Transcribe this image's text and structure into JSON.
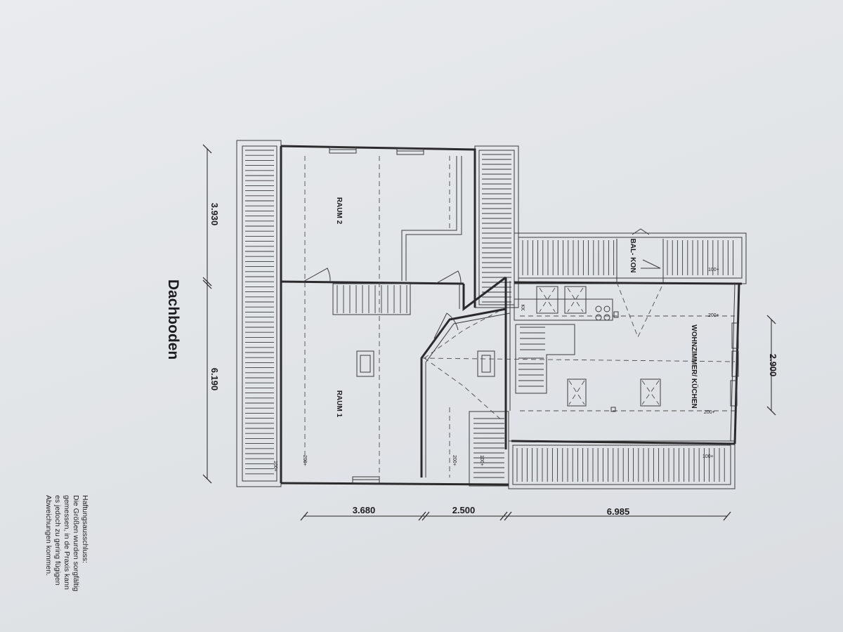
{
  "plan": {
    "title": "Dachboden",
    "rooms": {
      "room2": "RAUM 2",
      "room1": "RAUM 1",
      "living": "WOHNZIMMER/ KÜCHEN",
      "balcony": "BAL- KON"
    },
    "heights": {
      "h100": "100+",
      "h200": "200+"
    },
    "kitchen_mark": "KK",
    "dimensions": {
      "left_top": "3.930",
      "left_bottom": "6.190",
      "right": "2.900",
      "bottom_1": "3.680",
      "bottom_2": "2.500",
      "bottom_3": "6.985"
    }
  },
  "disclaimer": {
    "lines": [
      "Haftungsausschluss:",
      "Die Größen wurden sorgfältig",
      "gemessen, in de Praxis kann",
      "es jedoch zu gering fügigen",
      "Abweichungen kommen."
    ]
  }
}
